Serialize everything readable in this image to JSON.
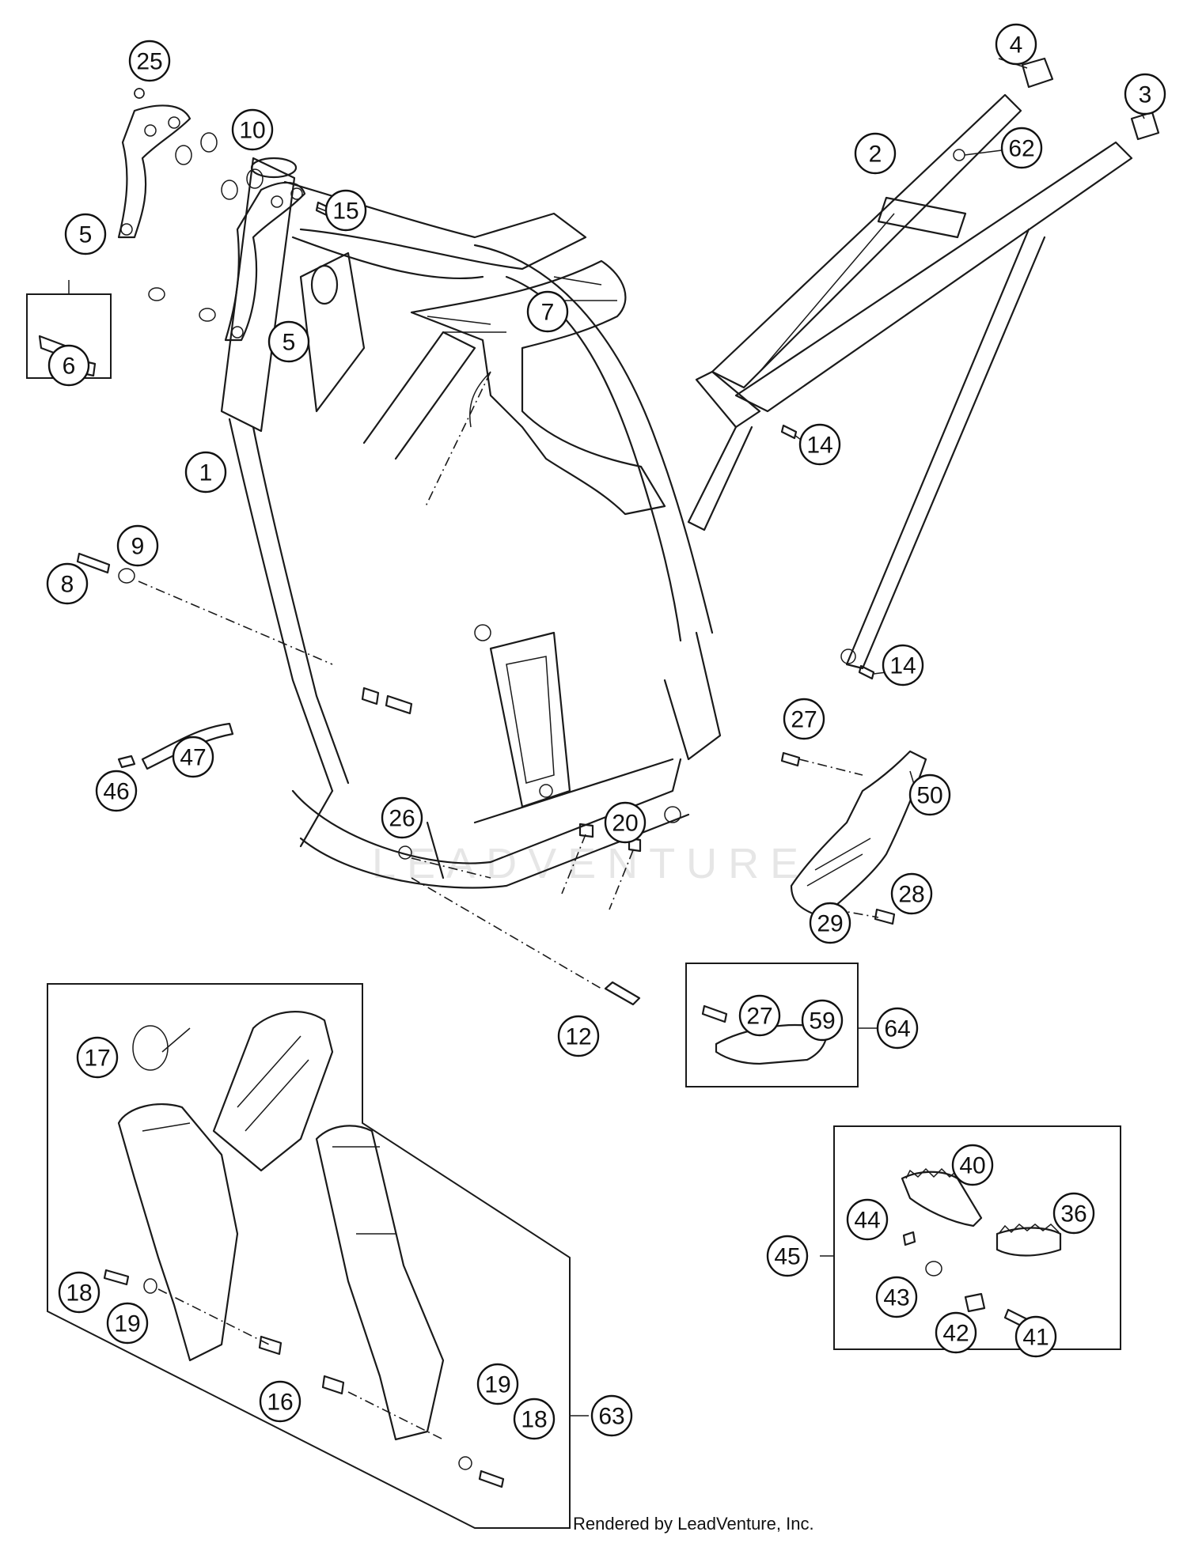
{
  "watermark": "LEADVENTURE",
  "credit": "Rendered by LeadVenture, Inc.",
  "callouts": [
    {
      "id": "c1",
      "label": "1"
    },
    {
      "id": "c2",
      "label": "2"
    },
    {
      "id": "c3",
      "label": "3"
    },
    {
      "id": "c4",
      "label": "4"
    },
    {
      "id": "c5a",
      "label": "5"
    },
    {
      "id": "c5b",
      "label": "5"
    },
    {
      "id": "c6",
      "label": "6"
    },
    {
      "id": "c7",
      "label": "7"
    },
    {
      "id": "c8",
      "label": "8"
    },
    {
      "id": "c9",
      "label": "9"
    },
    {
      "id": "c10",
      "label": "10"
    },
    {
      "id": "c12",
      "label": "12"
    },
    {
      "id": "c14a",
      "label": "14"
    },
    {
      "id": "c14b",
      "label": "14"
    },
    {
      "id": "c15",
      "label": "15"
    },
    {
      "id": "c16",
      "label": "16"
    },
    {
      "id": "c17",
      "label": "17"
    },
    {
      "id": "c18a",
      "label": "18"
    },
    {
      "id": "c18b",
      "label": "18"
    },
    {
      "id": "c19a",
      "label": "19"
    },
    {
      "id": "c19b",
      "label": "19"
    },
    {
      "id": "c20",
      "label": "20"
    },
    {
      "id": "c25",
      "label": "25"
    },
    {
      "id": "c26",
      "label": "26"
    },
    {
      "id": "c27a",
      "label": "27"
    },
    {
      "id": "c27b",
      "label": "27"
    },
    {
      "id": "c28",
      "label": "28"
    },
    {
      "id": "c29",
      "label": "29"
    },
    {
      "id": "c36",
      "label": "36"
    },
    {
      "id": "c40",
      "label": "40"
    },
    {
      "id": "c41",
      "label": "41"
    },
    {
      "id": "c42",
      "label": "42"
    },
    {
      "id": "c43",
      "label": "43"
    },
    {
      "id": "c44",
      "label": "44"
    },
    {
      "id": "c45",
      "label": "45"
    },
    {
      "id": "c46",
      "label": "46"
    },
    {
      "id": "c47",
      "label": "47"
    },
    {
      "id": "c50",
      "label": "50"
    },
    {
      "id": "c59",
      "label": "59"
    },
    {
      "id": "c62",
      "label": "62"
    },
    {
      "id": "c63",
      "label": "63"
    },
    {
      "id": "c64",
      "label": "64"
    }
  ]
}
